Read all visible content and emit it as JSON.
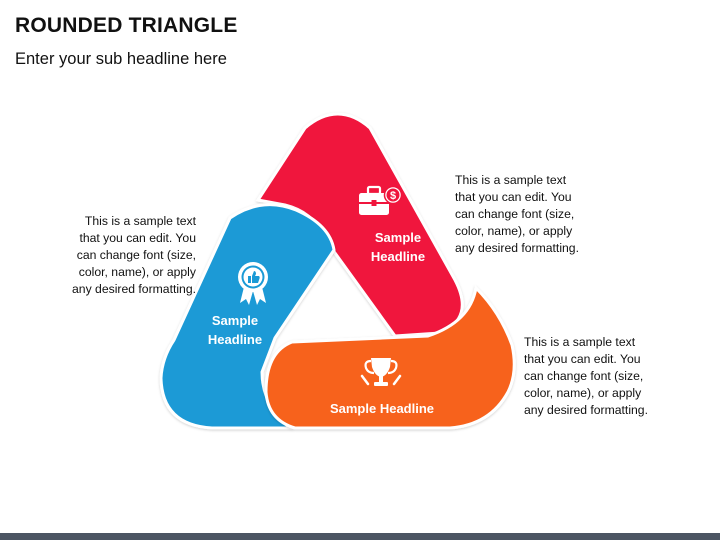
{
  "header": {
    "title": "ROUNDED TRIANGLE",
    "subtitle": "Enter your sub headline here"
  },
  "segments": [
    {
      "id": "red",
      "color": "#f0143c",
      "label_line1": "Sample",
      "label_line2": "Headline",
      "icon": "briefcase-dollar-icon"
    },
    {
      "id": "blue",
      "color": "#1a9ad6",
      "label_line1": "Sample",
      "label_line2": "Headline",
      "icon": "award-thumbs-up-icon"
    },
    {
      "id": "orange",
      "color": "#f7621e",
      "label": "Sample Headline",
      "icon": "trophy-icon"
    }
  ],
  "descriptions": {
    "left": [
      "This is a sample text",
      "that you can edit. You",
      "can change font (size,",
      "color, name), or apply",
      "any desired formatting."
    ],
    "top_right": [
      "This is a sample text",
      "that you can edit. You",
      "can change font (size,",
      "color, name), or apply",
      "any desired formatting."
    ],
    "bottom_right": [
      "This is a sample text",
      "that you can edit. You",
      "can change font (size,",
      "color, name), or apply",
      "any desired formatting."
    ]
  }
}
